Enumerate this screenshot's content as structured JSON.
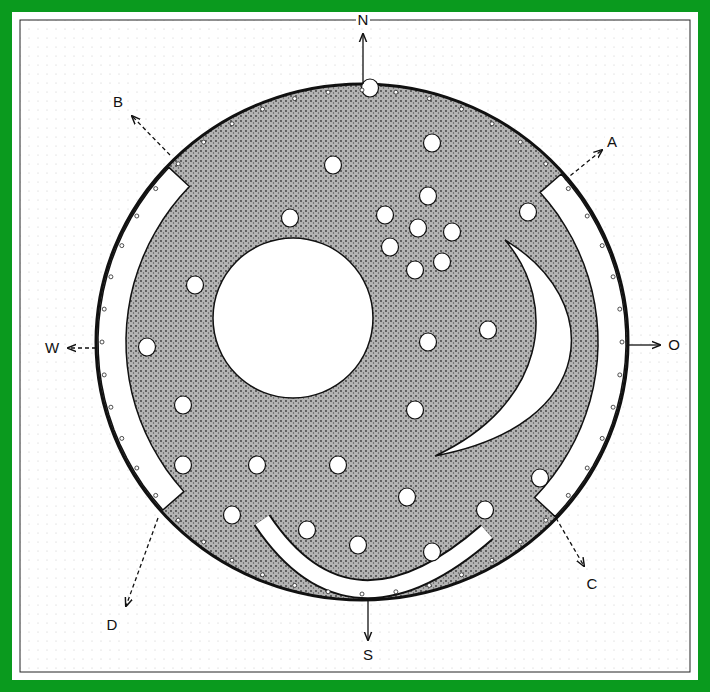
{
  "diagram": {
    "labels": [
      "N",
      "B",
      "A",
      "W",
      "O",
      "D",
      "C",
      "S"
    ]
  }
}
